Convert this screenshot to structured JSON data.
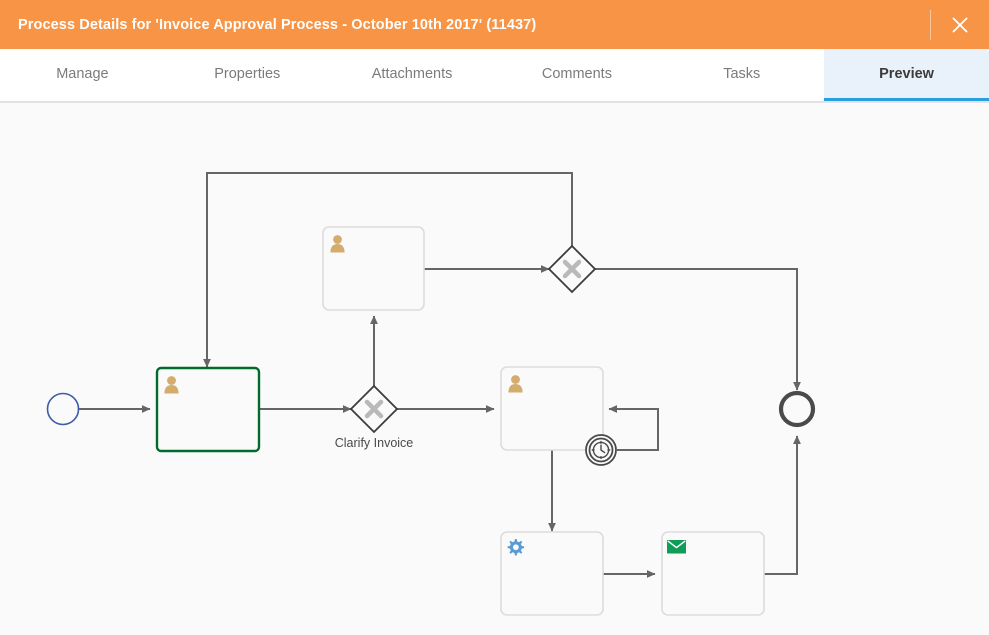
{
  "window": {
    "title": "Process Details for 'Invoice Approval Process - October 10th 2017' (11437)",
    "close_label": "×",
    "accent_color": "#f79445"
  },
  "tabs": [
    {
      "label": "Manage",
      "active": false
    },
    {
      "label": "Properties",
      "active": false
    },
    {
      "label": "Attachments",
      "active": false
    },
    {
      "label": "Comments",
      "active": false
    },
    {
      "label": "Tasks",
      "active": false
    },
    {
      "label": "Preview",
      "active": true
    }
  ],
  "tab_active_color": "#2a9fe0",
  "diagram": {
    "type": "bpmn-process-preview",
    "canvas_background": "#fafafa",
    "flow_stroke": "#666666",
    "nodes": [
      {
        "id": "start",
        "type": "start-event",
        "label": "",
        "icon": "circle-icon"
      },
      {
        "id": "task-review",
        "type": "user-task",
        "label": "",
        "icon": "user-icon",
        "highlighted": true,
        "highlight_color": "#006b2d"
      },
      {
        "id": "gw-clarify",
        "type": "exclusive-gateway",
        "label": "Clarify Invoice",
        "icon": "gateway-x-icon"
      },
      {
        "id": "task-clarify",
        "type": "user-task",
        "label": "",
        "icon": "user-icon"
      },
      {
        "id": "gw-merge",
        "type": "exclusive-gateway",
        "label": "",
        "icon": "gateway-x-icon"
      },
      {
        "id": "task-approve",
        "type": "user-task",
        "label": "",
        "icon": "user-icon"
      },
      {
        "id": "timer-boundary",
        "type": "timer-boundary-event",
        "label": "",
        "icon": "clock-icon"
      },
      {
        "id": "task-service",
        "type": "service-task",
        "label": "",
        "icon": "gear-icon",
        "icon_color": "#5b9bd5"
      },
      {
        "id": "task-send",
        "type": "send-task",
        "label": "",
        "icon": "envelope-icon",
        "icon_color": "#0f9d58"
      },
      {
        "id": "end",
        "type": "end-event",
        "label": "",
        "icon": "circle-thick-icon"
      }
    ],
    "edges": [
      {
        "from": "start",
        "to": "task-review"
      },
      {
        "from": "task-review",
        "to": "gw-clarify"
      },
      {
        "from": "gw-clarify",
        "to": "task-clarify"
      },
      {
        "from": "gw-clarify",
        "to": "task-approve"
      },
      {
        "from": "task-clarify",
        "to": "gw-merge"
      },
      {
        "from": "gw-merge",
        "to": "task-review"
      },
      {
        "from": "gw-merge",
        "to": "end"
      },
      {
        "from": "task-approve",
        "to": "task-service"
      },
      {
        "from": "timer-boundary",
        "to": "task-approve"
      },
      {
        "from": "task-service",
        "to": "task-send"
      },
      {
        "from": "task-send",
        "to": "end"
      }
    ]
  }
}
